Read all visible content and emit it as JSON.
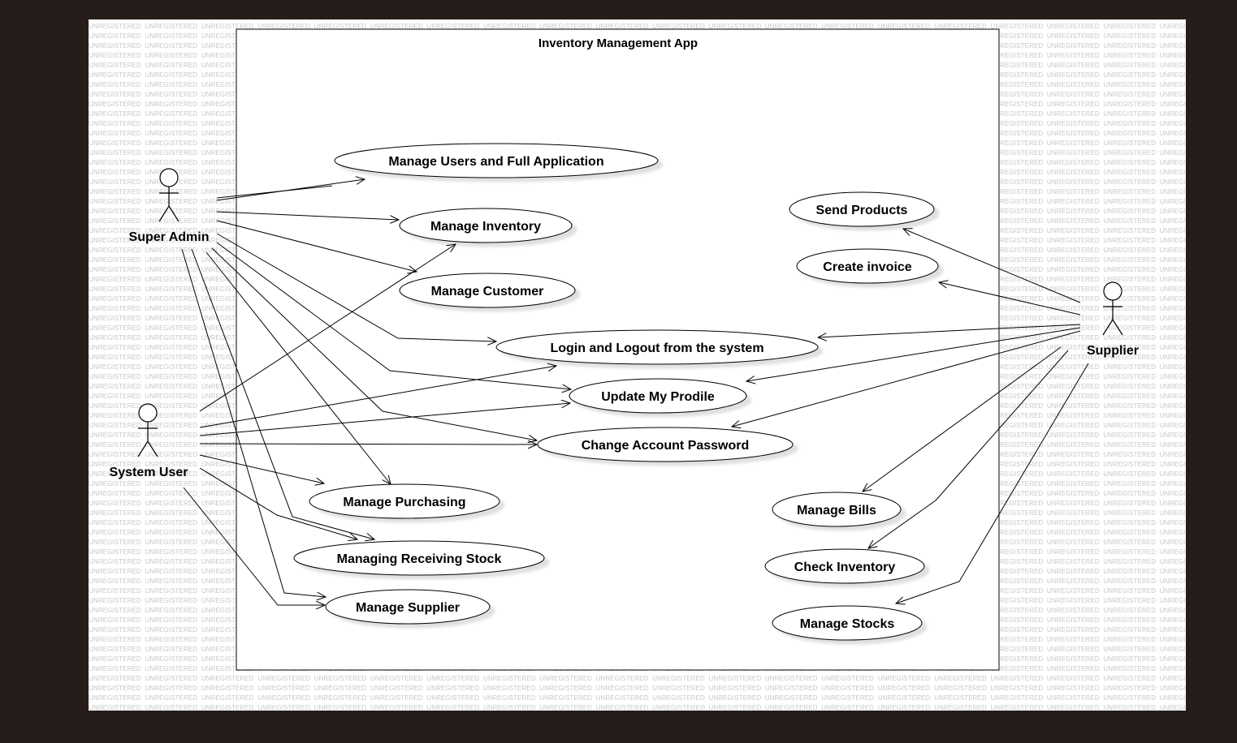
{
  "system": {
    "title": "Inventory Management App"
  },
  "watermark": {
    "text": "UNREGISTERED"
  },
  "actors": {
    "super_admin": {
      "label": "Super Admin"
    },
    "system_user": {
      "label": "System User"
    },
    "supplier": {
      "label": "Supplier"
    }
  },
  "use_cases": {
    "manage_users": "Manage Users and Full Application",
    "manage_inventory": "Manage Inventory",
    "manage_customer": "Manage Customer",
    "login_logout": "Login and Logout from the system",
    "update_profile": "Update My Prodile",
    "change_password": "Change Account Password",
    "manage_purchasing": "Manage Purchasing",
    "receiving_stock": "Managing Receiving Stock",
    "manage_supplier": "Manage Supplier",
    "send_products": "Send Products",
    "create_invoice": "Create invoice",
    "manage_bills": "Manage Bills",
    "check_inventory": "Check Inventory",
    "manage_stocks": "Manage Stocks"
  }
}
